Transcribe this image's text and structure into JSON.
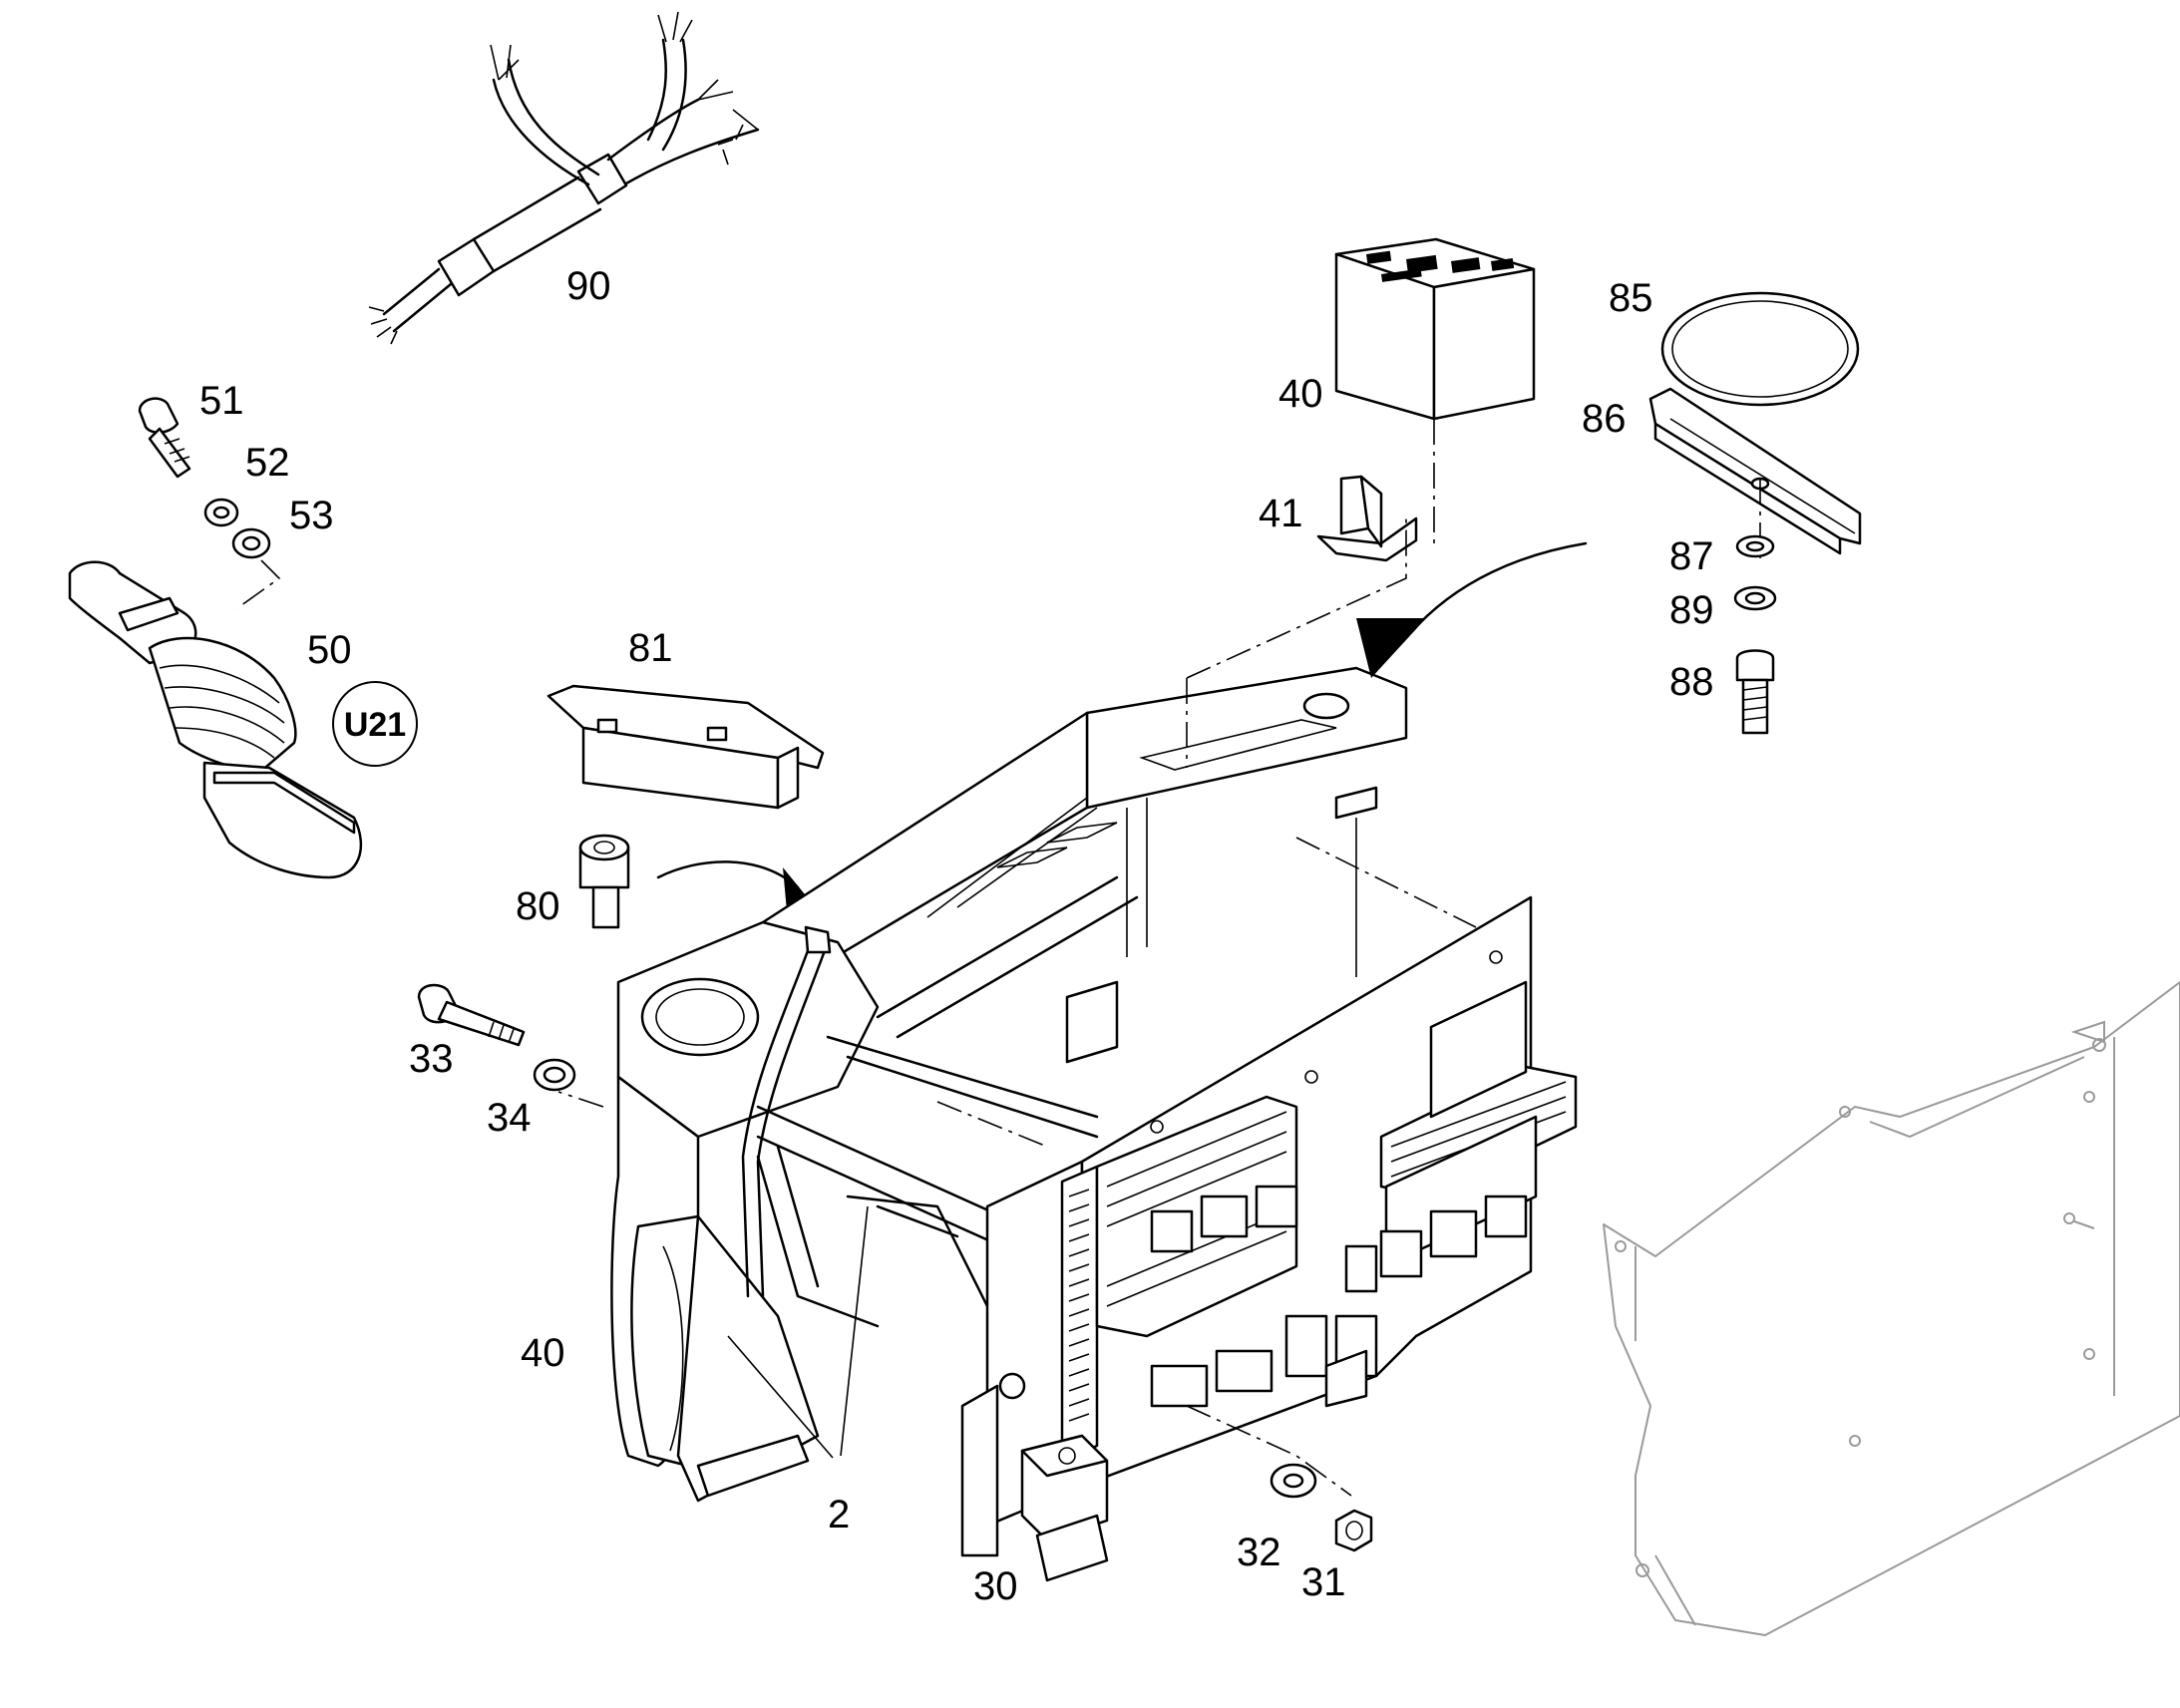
{
  "diagram": {
    "callouts": {
      "p90": "90",
      "p51": "51",
      "p52": "52",
      "p53": "53",
      "p50": "50",
      "p81": "81",
      "p80": "80",
      "p40_top": "40",
      "p41": "41",
      "p85": "85",
      "p86": "86",
      "p87": "87",
      "p89": "89",
      "p88": "88",
      "p33": "33",
      "p34": "34",
      "p40_side": "40",
      "p2": "2",
      "p30": "30",
      "p32": "32",
      "p31": "31"
    },
    "badge": "U21"
  }
}
